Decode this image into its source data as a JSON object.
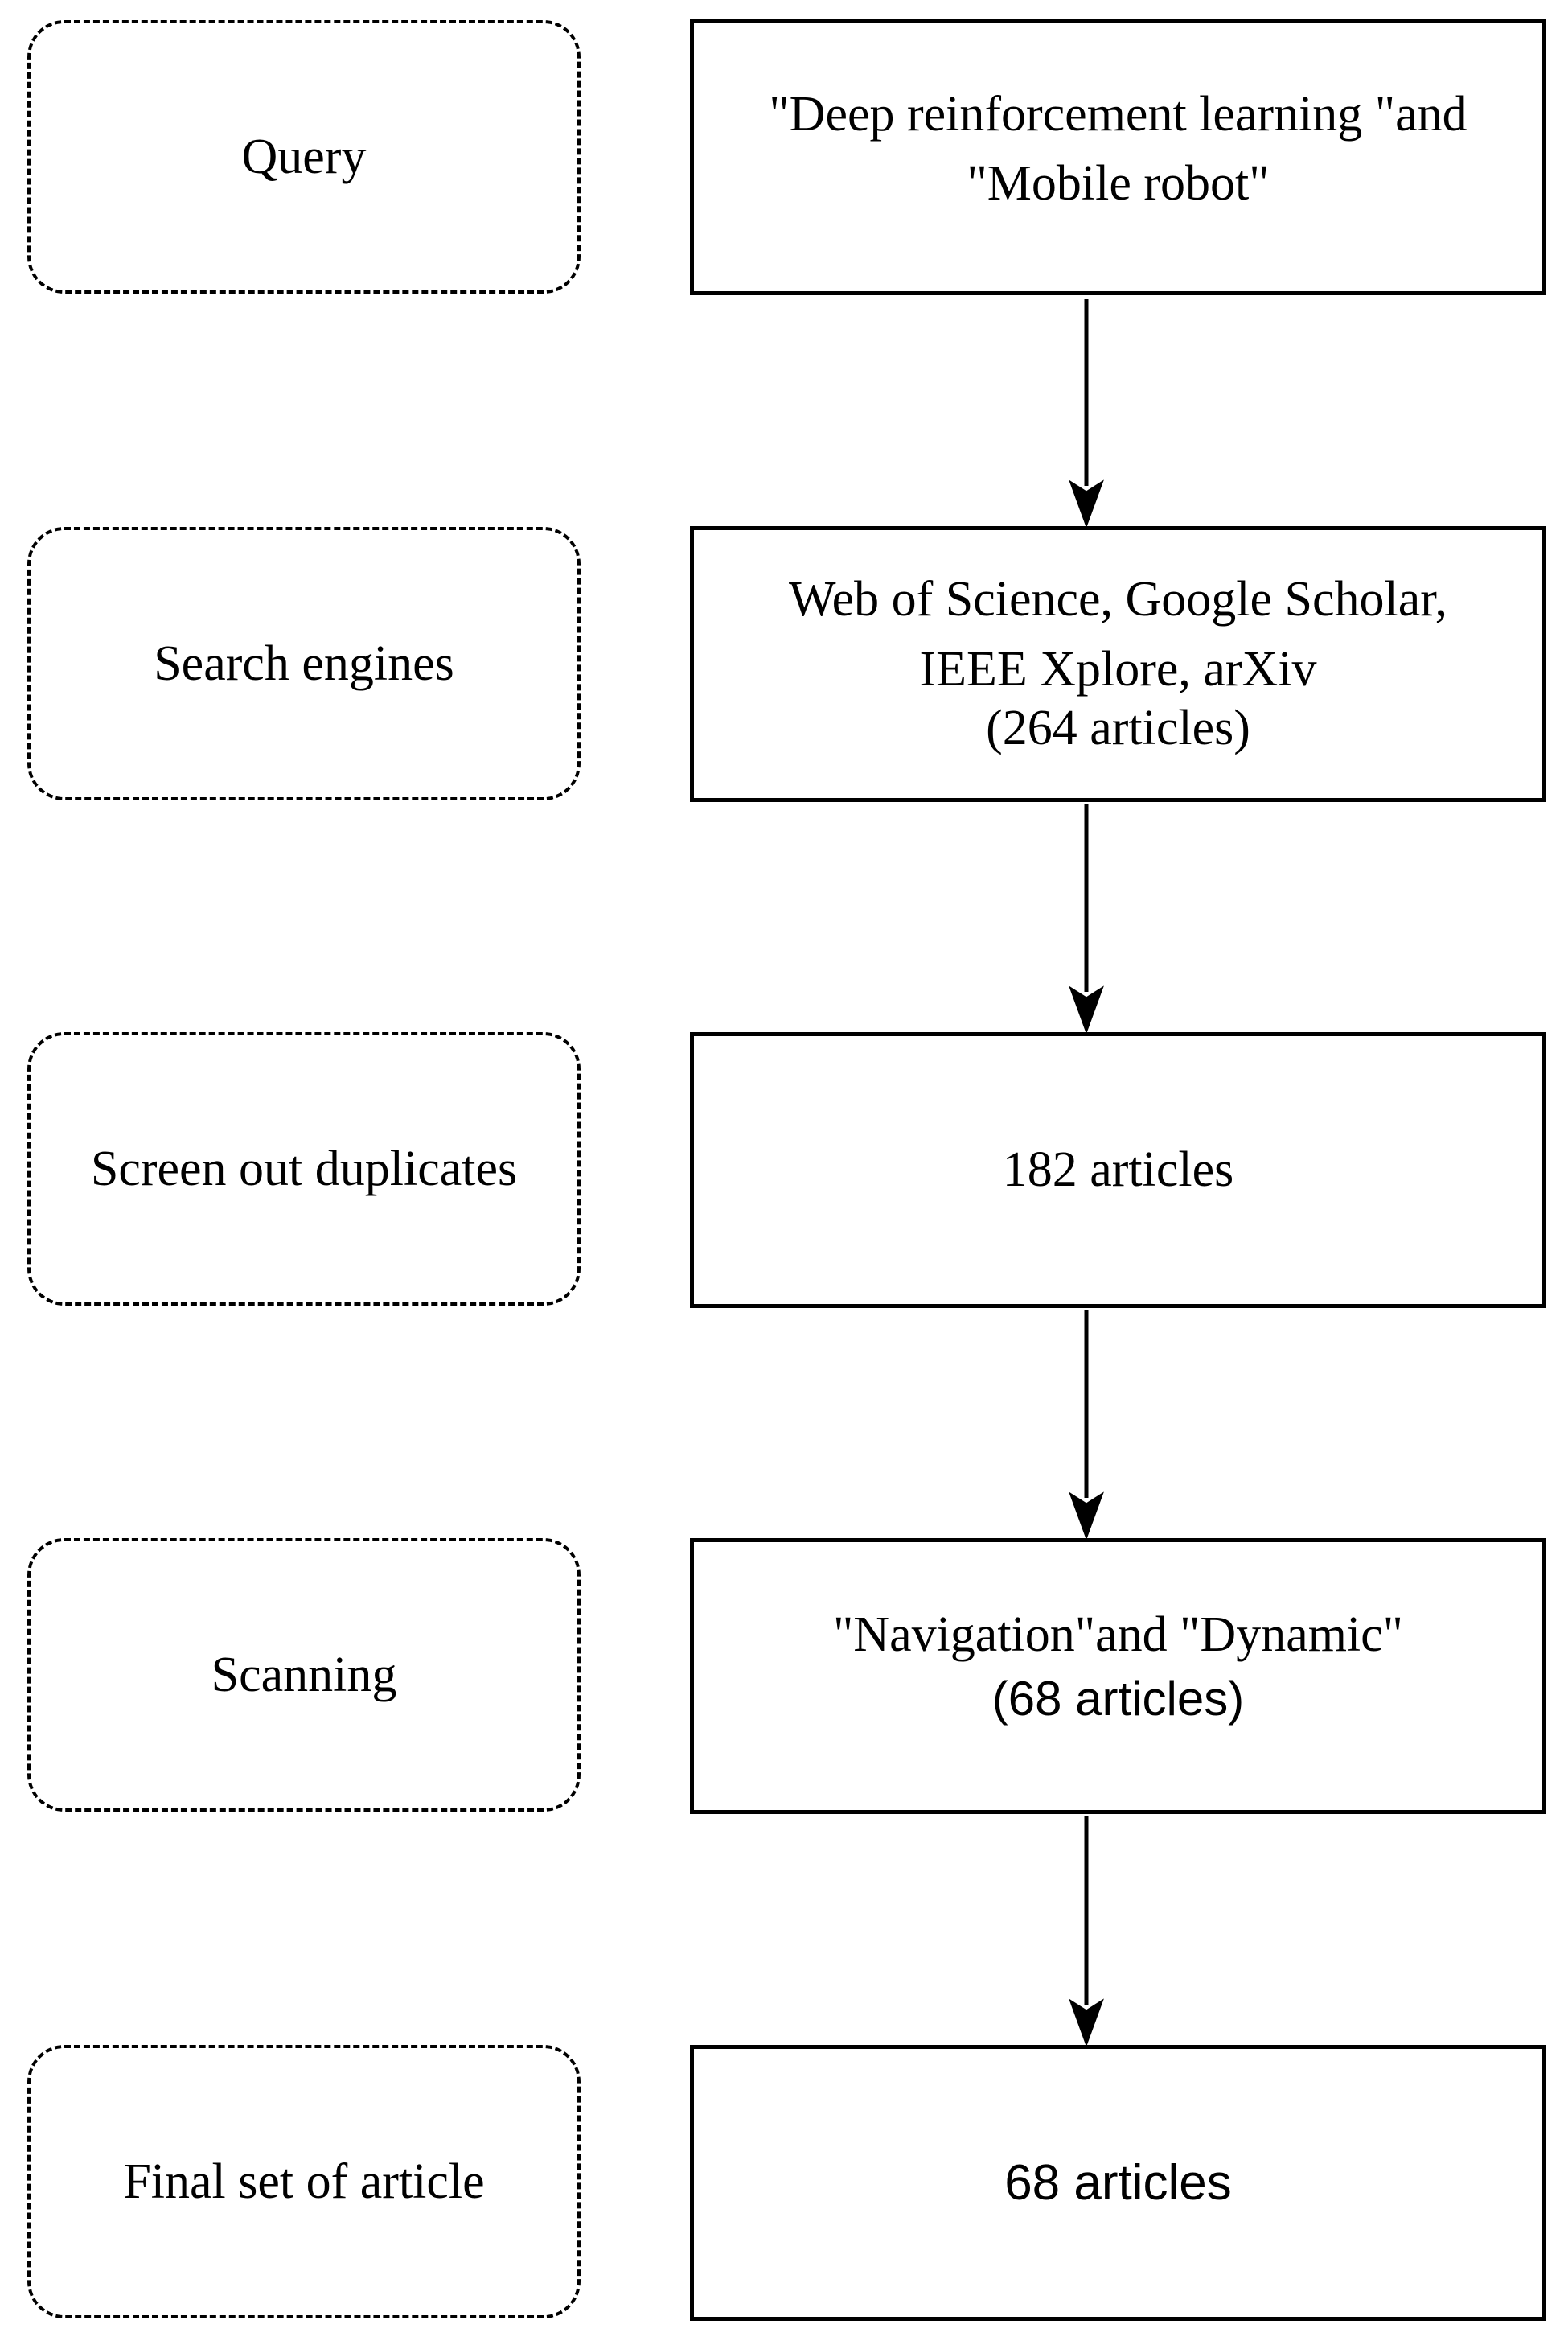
{
  "diagram": {
    "stages": [
      {
        "label": "Query",
        "box_lines": [
          "\"Deep reinforcement learning \"and",
          "\"Mobile robot\""
        ]
      },
      {
        "label": "Search engines",
        "box_lines": [
          "Web of Science, Google Scholar,",
          "IEEE Xplore, arXiv",
          "(264 articles)"
        ]
      },
      {
        "label": "Screen out duplicates",
        "box_lines": [
          "182 articles"
        ]
      },
      {
        "label": "Scanning",
        "box_lines": [
          "\"Navigation\"and \"Dynamic\"",
          "(68 articles)"
        ]
      },
      {
        "label": "Final set of article",
        "box_lines": [
          "68 articles"
        ]
      }
    ],
    "colors": {
      "stroke": "#000000",
      "background": "#ffffff"
    }
  }
}
